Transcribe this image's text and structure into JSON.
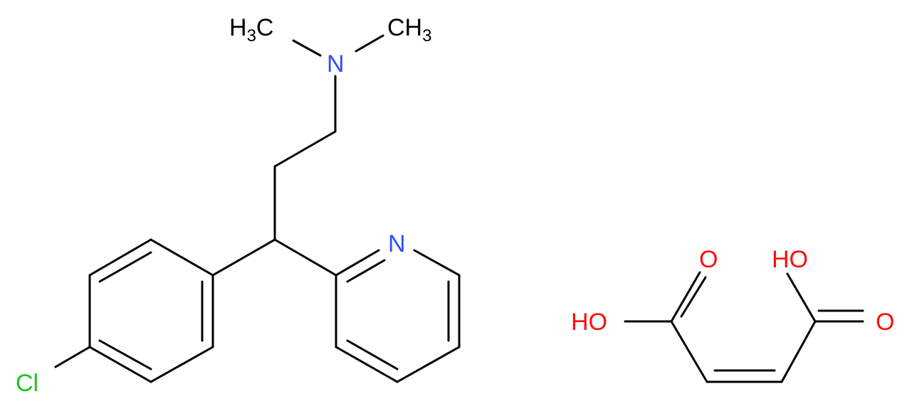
{
  "structures": {
    "amine": {
      "methyl_left": {
        "element": "H",
        "subscript": "3",
        "tail": "C"
      },
      "methyl_right": {
        "element": "CH",
        "subscript": "3"
      },
      "nitrogen": "N",
      "pyridine_nitrogen": "N",
      "chlorine": "Cl"
    },
    "acid": {
      "hydroxyl_left": "HO",
      "carbonyl_left": "O",
      "hydroxyl_right": "HO",
      "carbonyl_right": "O"
    }
  },
  "colors": {
    "bond": "#000000",
    "nitrogen": "#3050f8",
    "oxygen": "#ff0d0d",
    "chlorine": "#1fc31f",
    "carbon": "#000000"
  }
}
